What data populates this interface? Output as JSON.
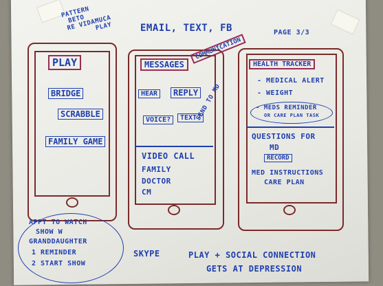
{
  "page_label": "PAGE 3/3",
  "pattern_note": [
    "PATTERN",
    "BETO",
    "RE VIDAMUCA",
    "PLAY"
  ],
  "channels_note": "EMAIL, TEXT, FB",
  "communication_tag": "COMMUNICATION",
  "phone1": {
    "header": "PLAY",
    "items": [
      "BRIDGE",
      "SCRABBLE",
      "FAMILY GAME"
    ]
  },
  "phone2": {
    "header": "MESSAGES",
    "hear": "HEAR",
    "reply": "REPLY",
    "voice": "VOICE?",
    "text": "TEXT?",
    "video_call": "VIDEO CALL",
    "contacts": [
      "FAMILY",
      "DOCTOR",
      "CM"
    ]
  },
  "send_to_md": "SEND TO MD",
  "phone3": {
    "header": "HEALTH TRACKER",
    "items": [
      "- MEDICAL ALERT",
      "- WEIGHT",
      "- MEDS REMINDER"
    ],
    "care_plan_task": "OR CARE PLAN TASK",
    "questions": "QUESTIONS FOR",
    "md": "MD",
    "record": "RECORD",
    "med_instructions": "MED INSTRUCTIONS",
    "care_plan": "CARE PLAN"
  },
  "appt_note": [
    "APPT TO WATCH",
    "SHOW W",
    "GRANDDAUGHTER",
    "1 REMINDER",
    "2 START SHOW"
  ],
  "skype": "SKYPE",
  "footer_note": [
    "PLAY + SOCIAL CONNECTION",
    "GETS AT DEPRESSION"
  ],
  "colors": {
    "ink_blue": "#1e3fae",
    "ink_brown": "#7a2a28",
    "ink_magenta": "#9a2b52",
    "paper": "#ecece7"
  }
}
